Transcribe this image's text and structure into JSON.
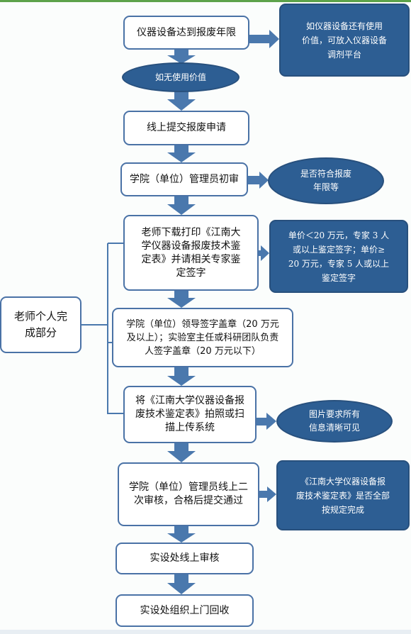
{
  "left_label": "老师个人完\n成部分",
  "steps": [
    "仪器设备达到报废年限",
    "线上提交报废申请",
    "学院（单位）管理员初审",
    "老师下载打印《江南大\n学仪器设备报废技术鉴\n定表》并请相关专家鉴\n定签字",
    "学院（单位）领导签字盖章（20 万元\n及以上）；实验室主任或科研团队负责\n人签字盖章（20 万元以下）",
    "将《江南大学仪器设备报\n废技术鉴定表》拍照或扫\n描上传系统",
    "学院（单位）管理员线上二\n次审核，合格后提交通过",
    "实设处线上审核",
    "实设处组织上门回收"
  ],
  "condition_label": "如无使用价值",
  "notes": [
    "如仪器设备还有使用\n价值，可放入仪器设备\n调剂平台",
    "是否符合报废\n年限等",
    "单价＜20 万元，专家 3 人\n或以上鉴定签字；单价≥\n20 万元，专家 5 人或以上\n鉴定签字",
    "图片要求所有\n信息清晰可见",
    "《江南大学仪器设备报\n废技术鉴定表》是否全部\n按规定完成"
  ],
  "colors": {
    "box_border": "#4a72a6",
    "note_fill": "#2d5e93",
    "arrow": "#4a78ad"
  }
}
